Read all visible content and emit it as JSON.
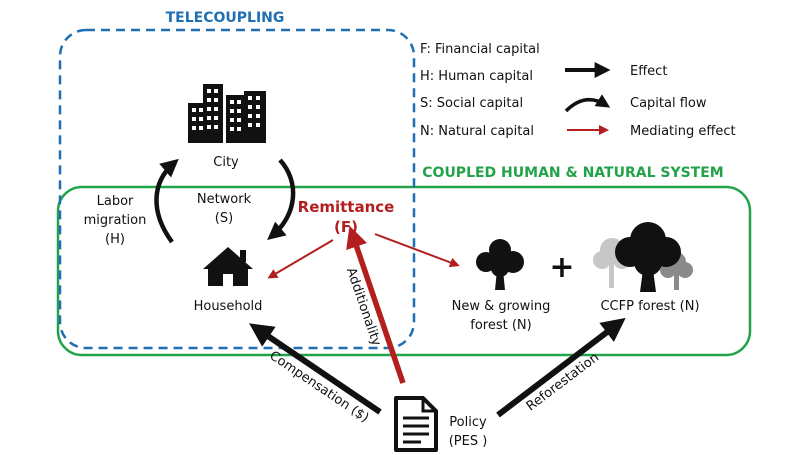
{
  "colors": {
    "telecoupling": "#1f6fb4",
    "chans": "#22a34a",
    "mediating": "#b31e1e",
    "effect": "#111111"
  },
  "titles": {
    "telecoupling": "TELECOUPLING",
    "chans": "COUPLED HUMAN & NATURAL SYSTEM"
  },
  "legend": {
    "capitals": [
      "F: Financial capital",
      "H: Human capital",
      "S: Social capital",
      "N: Natural capital"
    ],
    "effect": "Effect",
    "capital_flow": "Capital flow",
    "mediating_effect": "Mediating effect"
  },
  "nodes": {
    "city": "City",
    "household": "Household",
    "network_line1": "Network",
    "network_line2": "(S)",
    "labor_line1": "Labor",
    "labor_line2": "migration",
    "labor_line3": "(H)",
    "remittance_line1": "Remittance",
    "remittance_line2": "(F)",
    "new_forest_line1": "New & growing",
    "new_forest_line2": "forest (N)",
    "ccfp_forest": "CCFP forest (N)",
    "plus": "+",
    "policy_line1": "Policy",
    "policy_line2": "(PES )"
  },
  "arrow_labels": {
    "compensation": "Compensation ($)",
    "additionality": "Additionality",
    "reforestation": "Reforestation"
  },
  "icons": {
    "city": "city-buildings-icon",
    "household": "house-icon",
    "new_forest": "tree-icon",
    "ccfp_forest": "tree-group-icon",
    "policy": "document-icon"
  }
}
